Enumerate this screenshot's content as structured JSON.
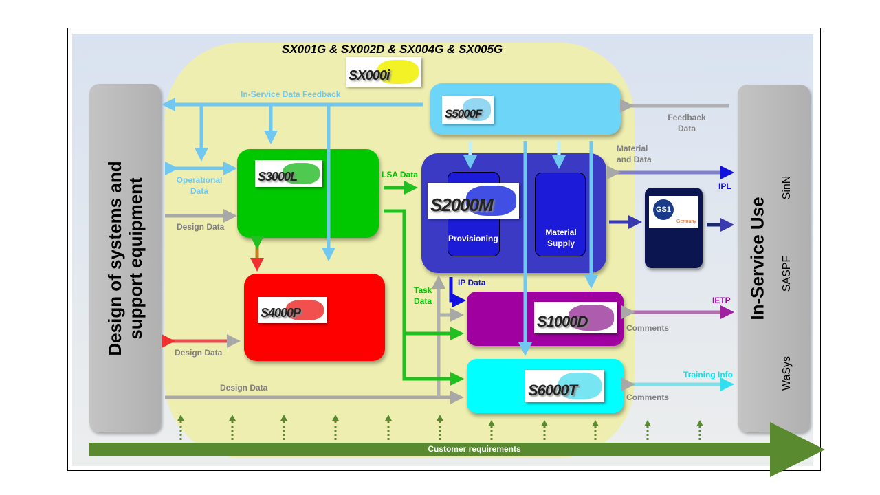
{
  "title": "SX001G & SX002D & SX004G & SX005G",
  "left_pillar": {
    "line1": "Design of systems and",
    "line2": "support equipment"
  },
  "right_pillar": {
    "title": "In-Service Use",
    "items": [
      "SinN",
      "SASPF",
      "WaSys"
    ]
  },
  "logos": {
    "sx000i": "SX000i",
    "s5000f": "S5000F",
    "s3000l": "S3000L",
    "s4000p": "S4000P",
    "s2000m": "S2000M",
    "s1000d": "S1000D",
    "s6000t": "S6000T",
    "gs1": "GS1",
    "gs1_sub": "Germany"
  },
  "s2000m": {
    "provisioning": "Provisioning",
    "material_supply": "Material Supply"
  },
  "labels": {
    "feedback": "In-Service Data Feedback",
    "operational": "Operational Data",
    "design1": "Design Data",
    "design2": "Design Data",
    "design3": "Design Data",
    "lsa": "LSA Data",
    "task": "Task Data",
    "ip": "IP Data",
    "feedback_data": "Feedback Data",
    "material": "Material and Data",
    "ipl": "IPL",
    "ietp": "IETP",
    "comments1": "Comments",
    "training": "Training Info",
    "comments2": "Comments"
  },
  "bottom": {
    "customer": "Customer requirements"
  },
  "colors": {
    "s5000f": "#6dd6f8",
    "s3000l": "#00c800",
    "s4000p": "#ff0000",
    "s2000m": "#3a3ac4",
    "s1000d": "#a000a0",
    "s6000t": "#00ffff",
    "gs1": "#0b1650",
    "yellow": "#eeeeb0",
    "customer": "#5a8a30"
  }
}
